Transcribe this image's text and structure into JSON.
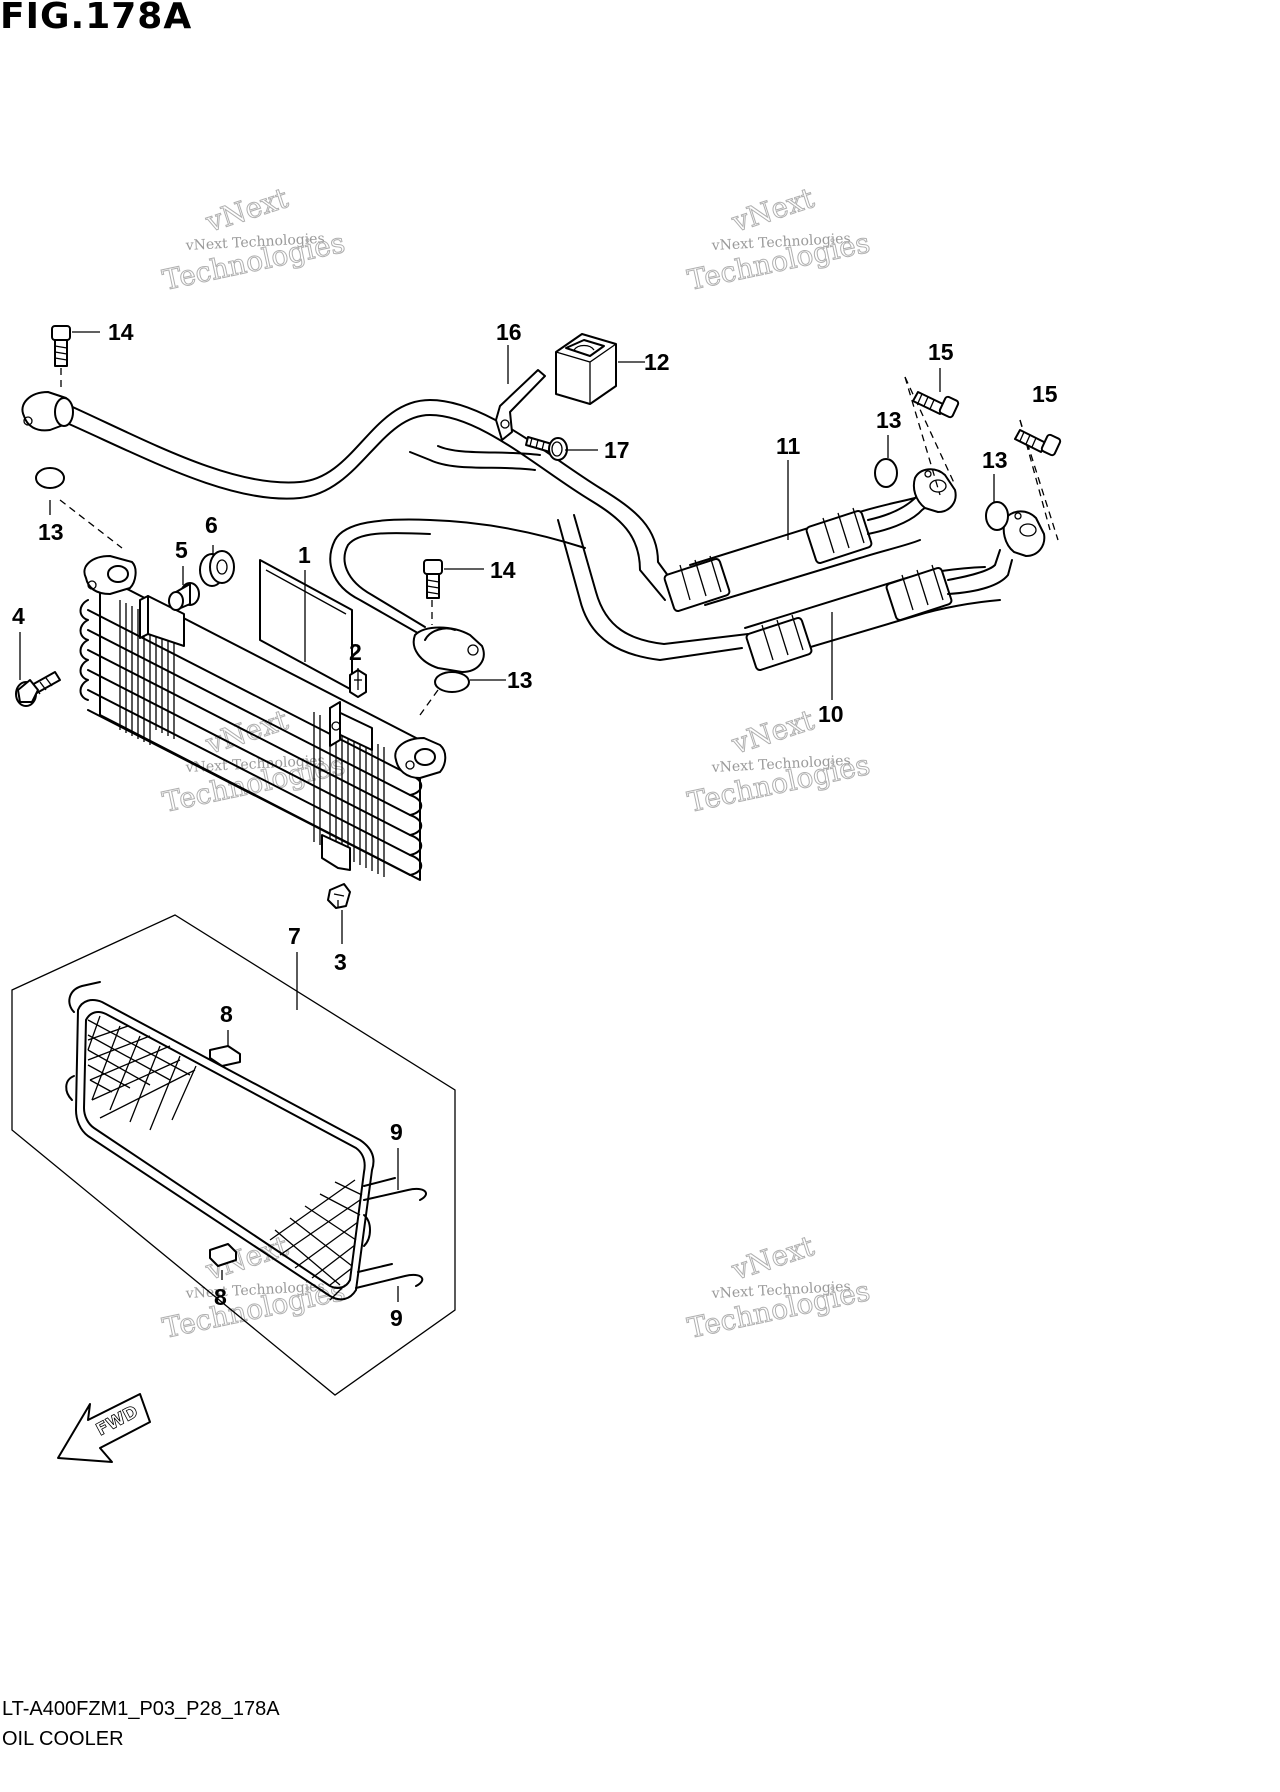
{
  "figure": {
    "title": "FIG.178A",
    "code": "LT-A400FZM1_P03_P28_178A",
    "name": "OIL COOLER"
  },
  "callouts": [
    "1",
    "2",
    "3",
    "4",
    "5",
    "6",
    "7",
    "8",
    "8",
    "9",
    "9",
    "10",
    "11",
    "12",
    "13",
    "13",
    "13",
    "13",
    "14",
    "14",
    "15",
    "15",
    "16",
    "17"
  ],
  "watermark": {
    "line1": "vNext Technologies",
    "line2": "vNext",
    "line3": "Technologies"
  },
  "direction_label": "FWD"
}
